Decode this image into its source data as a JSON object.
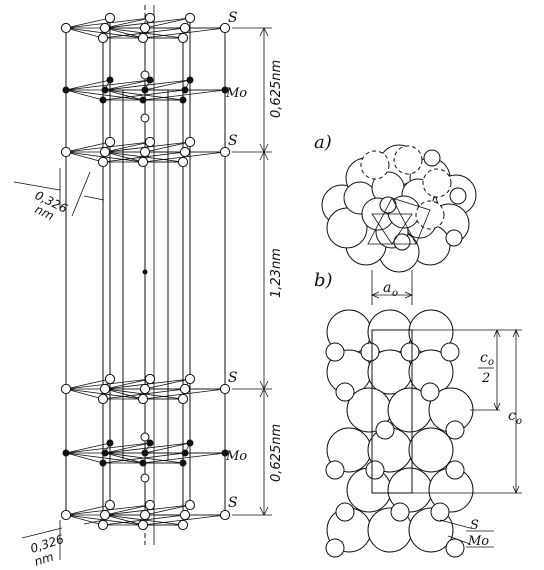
{
  "labels": {
    "s_top": "S",
    "mo_top": "Mo",
    "s_mid_top": "S",
    "s_mid_bottom": "S",
    "mo_bottom": "Mo",
    "s_bottom": "S",
    "dim_upper": "0,625nm",
    "dim_middle": "1,23nm",
    "dim_lower": "0,625nm",
    "lattice_upper_line1": "0,326",
    "lattice_upper_line2": "nm",
    "lattice_lower_line1": "0,326",
    "lattice_lower_line2": "nm",
    "panel_a": "a)",
    "panel_b": "b)",
    "a0": "a",
    "a0_sub": "o",
    "c0_half_num": "c",
    "c0_half_sub": "o",
    "c0_half_den": "2",
    "c0": "c",
    "c0_sub": "o",
    "legend_s": "S",
    "legend_mo": "Mo"
  }
}
